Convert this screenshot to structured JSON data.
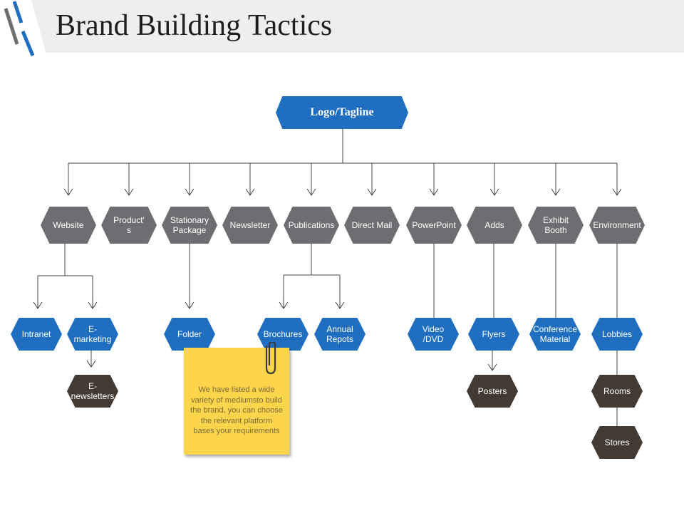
{
  "page": {
    "title": "Brand Building Tactics"
  },
  "colors": {
    "accent_blue": "#1f6ebf",
    "node_gray": "#6d6e71",
    "node_dark": "#433b33",
    "note_yellow": "#fdd54b",
    "connector": "#444444"
  },
  "diagram": {
    "root": {
      "id": "root",
      "label": "Logo/Tagline"
    },
    "nodes": [
      {
        "id": "website",
        "label": "Website",
        "parent": "root",
        "style": "gray"
      },
      {
        "id": "products",
        "label": "Product'\ns",
        "parent": "root",
        "style": "gray"
      },
      {
        "id": "stationary",
        "label": "Stationary\nPackage",
        "parent": "root",
        "style": "gray"
      },
      {
        "id": "newsletter",
        "label": "Newsletter",
        "parent": "root",
        "style": "gray"
      },
      {
        "id": "publications",
        "label": "Publications",
        "parent": "root",
        "style": "gray"
      },
      {
        "id": "directmail",
        "label": "Direct Mail",
        "parent": "root",
        "style": "gray"
      },
      {
        "id": "powerpoint",
        "label": "PowerPoint",
        "parent": "root",
        "style": "gray"
      },
      {
        "id": "adds",
        "label": "Adds",
        "parent": "root",
        "style": "gray"
      },
      {
        "id": "exhibit",
        "label": "Exhibit\nBooth",
        "parent": "root",
        "style": "gray"
      },
      {
        "id": "environment",
        "label": "Environment",
        "parent": "root",
        "style": "gray"
      },
      {
        "id": "intranet",
        "label": "Intranet",
        "parent": "website",
        "style": "blue"
      },
      {
        "id": "emarketing",
        "label": "E-\nmarketing",
        "parent": "website",
        "style": "blue"
      },
      {
        "id": "folder",
        "label": "Folder",
        "parent": "stationary",
        "style": "blue"
      },
      {
        "id": "brochures",
        "label": "Brochures",
        "parent": "publications",
        "style": "blue"
      },
      {
        "id": "annual",
        "label": "Annual\nRepots",
        "parent": "publications",
        "style": "blue"
      },
      {
        "id": "video",
        "label": "Video\n/DVD",
        "parent": "powerpoint",
        "style": "blue"
      },
      {
        "id": "flyers",
        "label": "Flyers",
        "parent": "adds",
        "style": "blue"
      },
      {
        "id": "conference",
        "label": "Conference\nMaterial",
        "parent": "exhibit",
        "style": "blue"
      },
      {
        "id": "lobbies",
        "label": "Lobbies",
        "parent": "environment",
        "style": "blue"
      },
      {
        "id": "enewsletters",
        "label": "E-\nnewsletters",
        "parent": "emarketing",
        "style": "dark"
      },
      {
        "id": "posters",
        "label": "Posters",
        "parent": "flyers",
        "style": "dark"
      },
      {
        "id": "rooms",
        "label": "Rooms",
        "parent": "lobbies",
        "style": "dark"
      },
      {
        "id": "stores",
        "label": "Stores",
        "parent": "rooms",
        "style": "dark"
      }
    ]
  },
  "note": {
    "text": "We have listed a wide variety of mediumsto build the brand, you can choose the relevant platform bases your requirements"
  }
}
